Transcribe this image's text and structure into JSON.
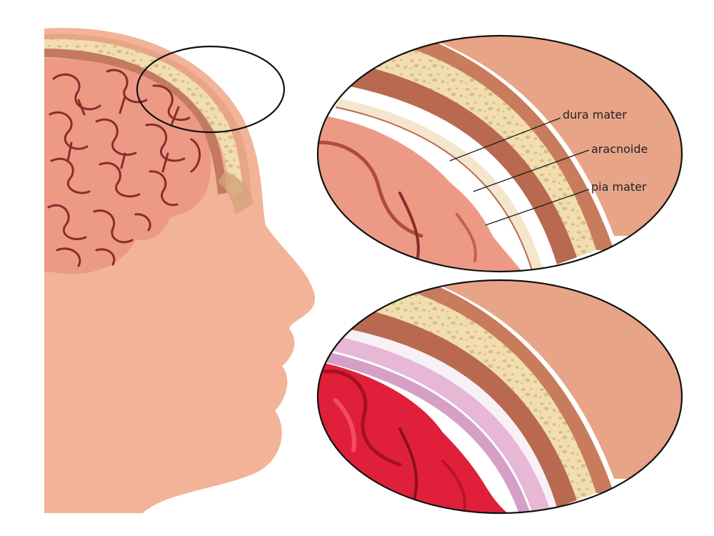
{
  "labels": {
    "dura": "dura mater",
    "arac": "aracnoide",
    "pia": "pia mater"
  },
  "colors": {
    "skin": "#f2b398",
    "skin_shade": "#e0a085",
    "brain": "#ec9a86",
    "brain_groove": "#8a2c2c",
    "bone": "#f1ddb0",
    "bone_pore": "#d8bf86",
    "dura": "#b9694f",
    "scalp": "#e8a487",
    "pia_membrane": "#ffffff",
    "hemorrhage": "#e0203a",
    "inflamed_membrane": "#e7b7d6",
    "outline": "#111111"
  },
  "icons": [
    "head-profile-illustration",
    "brain-illustration",
    "magnifier-ellipse",
    "normal-meninges-detail",
    "inflamed-meninges-detail"
  ]
}
